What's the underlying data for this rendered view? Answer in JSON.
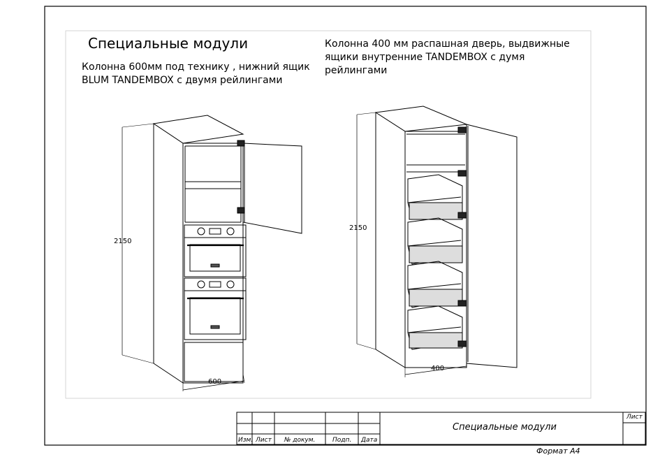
{
  "title": "Специальные модули",
  "left_caption": [
    "Колонна 600мм под технику , нижний ящик",
    "BLUM TANDEMBOX с двумя рейлингами"
  ],
  "right_caption": [
    "Колонна 400 мм распашная дверь, выдвижные",
    "ящики внутренние TANDEMBOX с думя",
    "рейлингами"
  ],
  "dims": {
    "left_height": "2150",
    "left_width": "600",
    "right_height": "2150",
    "right_width": "400"
  },
  "stamp": {
    "col_labels": [
      "Изм.",
      "Лист",
      "№ докум.",
      "Подп.",
      "Дата"
    ],
    "name": "Специальные модули",
    "sheet_label": "Лист",
    "format": "Формат А4"
  }
}
